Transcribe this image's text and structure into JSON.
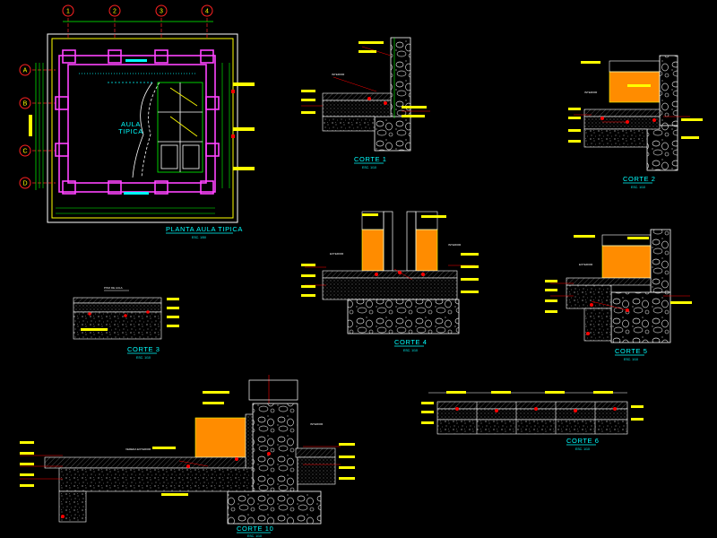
{
  "drawing": {
    "background": "#000000",
    "colors": {
      "walls": "#ff44ff",
      "frame": "#ffff00",
      "dimension": "#00ff00",
      "label": "#00ffff",
      "insulation": "#ff8c00",
      "concrete": "#ffffff",
      "leader": "#ff0000",
      "tag": "#ff0000"
    }
  },
  "plan": {
    "title": "PLANTA AULA TIPICA",
    "scale": "ESC. 1/50",
    "room_label_1": "AULA",
    "room_label_2": "TIPICA",
    "grid_columns": [
      "1",
      "2",
      "3",
      "4"
    ],
    "grid_rows": [
      "A",
      "B",
      "C",
      "D"
    ]
  },
  "sections": {
    "corte1": {
      "title": "CORTE 1",
      "scale": "ESC. 1/10"
    },
    "corte2": {
      "title": "CORTE 2",
      "scale": "ESC. 1/10"
    },
    "corte3": {
      "title": "CORTE 3",
      "scale": "ESC. 1/10",
      "header": "PISO DE AULA"
    },
    "corte4": {
      "title": "CORTE 4",
      "scale": "ESC. 1/10"
    },
    "corte5": {
      "title": "CORTE 5",
      "scale": "ESC. 1/10"
    },
    "corte6": {
      "title": "CORTE 6",
      "scale": "ESC. 1/10"
    },
    "corte10": {
      "title": "CORTE 10",
      "scale": "ESC. 1/10"
    }
  },
  "notes": {
    "interior": "INTERIOR",
    "exterior": "EXTERIOR",
    "vereda_exterior": "VEREDA EXTERIOR"
  }
}
